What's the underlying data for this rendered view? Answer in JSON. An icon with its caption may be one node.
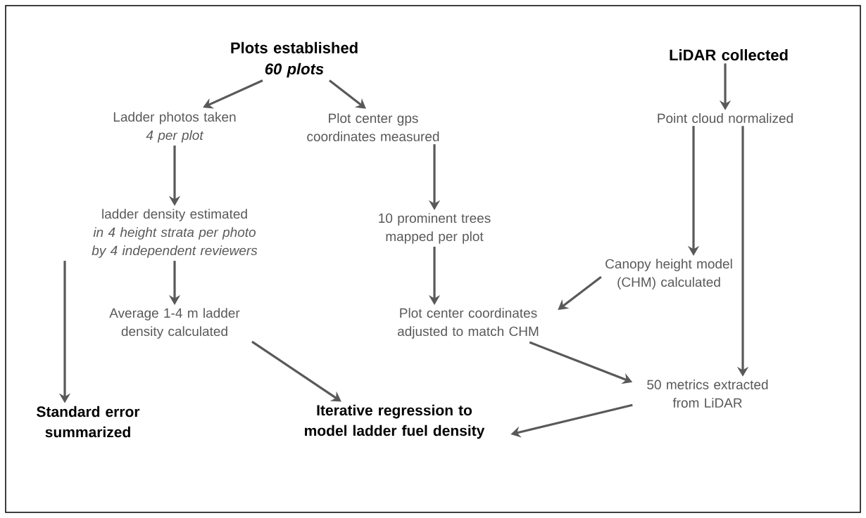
{
  "diagram": {
    "nodes": [
      {
        "text": [
          "Plots established",
          "60 plots"
        ]
      },
      {
        "text": [
          "LiDAR collected"
        ]
      },
      {
        "text": [
          "Ladder photos taken",
          "4 per plot"
        ]
      },
      {
        "text": [
          "Plot center gps coordinates measured"
        ]
      },
      {
        "text": [
          "Point cloud normalized"
        ]
      },
      {
        "text": [
          "ladder density estimated",
          "in 4 height strata per photo by 4 independent reviewers"
        ]
      },
      {
        "text": [
          "10 prominent trees mapped per plot"
        ]
      },
      {
        "text": [
          "Canopy height model (CHM) calculated"
        ]
      },
      {
        "text": [
          "Average 1-4 m ladder density calculated"
        ]
      },
      {
        "text": [
          "Plot center coordinates adjusted to match CHM"
        ]
      },
      {
        "text": [
          "50 metrics extracted from LiDAR"
        ]
      },
      {
        "text": [
          "Standard error summarized"
        ]
      },
      {
        "text": [
          "Iterative regression to model ladder fuel density"
        ]
      }
    ],
    "edges": [
      {
        "from": 0,
        "to": 2,
        "arrow": "to"
      },
      {
        "from": 0,
        "to": 3,
        "arrow": "to"
      },
      {
        "from": 1,
        "to": 4,
        "arrow": "to"
      },
      {
        "from": 2,
        "to": 5,
        "arrow": "to"
      },
      {
        "from": 3,
        "to": 6,
        "arrow": "to"
      },
      {
        "from": 4,
        "to": 7,
        "arrow": "to"
      },
      {
        "from": 4,
        "to": 10,
        "arrow": "to"
      },
      {
        "from": 5,
        "to": 8,
        "arrow": "to"
      },
      {
        "from": 5,
        "to": 11,
        "arrow": "to"
      },
      {
        "from": 6,
        "to": 9,
        "arrow": "to"
      },
      {
        "from": 7,
        "to": 9,
        "arrow": "to"
      },
      {
        "from": 8,
        "to": 12,
        "arrow": "to"
      },
      {
        "from": 9,
        "to": 10,
        "arrow": "to"
      },
      {
        "from": 10,
        "to": 12,
        "arrow": "to"
      }
    ]
  }
}
